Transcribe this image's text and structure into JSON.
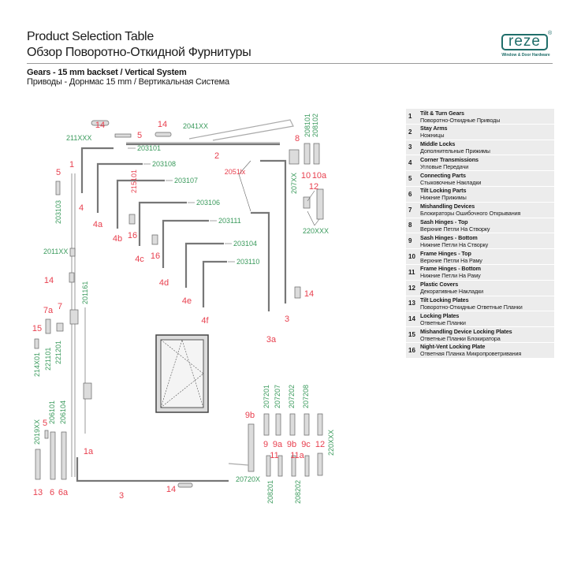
{
  "header": {
    "title_en": "Product Selection Table",
    "title_ru": "Обзор Поворотно-Откидной Фурнитуры",
    "subtitle_en": "Gears - 15 mm backset / Vertical System",
    "subtitle_ru": "Приводы - Дорнмас 15 mm / Вертикальная Система"
  },
  "logo": {
    "brand": "reze",
    "tagline": "Window & Door Hardware",
    "mark": "®"
  },
  "table": [
    {
      "n": "1",
      "en": "Tilt & Turn Gears",
      "ru": "Поворотно-Откидные Приводы"
    },
    {
      "n": "2",
      "en": "Stay Arms",
      "ru": "Ножницы"
    },
    {
      "n": "3",
      "en": "Middle Locks",
      "ru": "Дополнительные Прижимы"
    },
    {
      "n": "4",
      "en": "Corner Transmissions",
      "ru": "Угловые Передачи"
    },
    {
      "n": "5",
      "en": "Connecting Parts",
      "ru": "Стыковочные Накладки"
    },
    {
      "n": "6",
      "en": "Tilt Locking Parts",
      "ru": "Нижние Прижимы"
    },
    {
      "n": "7",
      "en": "Mishandling Devices",
      "ru": "Блокираторы Ошибочного Открывания"
    },
    {
      "n": "8",
      "en": "Sash Hinges - Top",
      "ru": "Верхние Петли На Створку"
    },
    {
      "n": "9",
      "en": "Sash Hinges - Bottom",
      "ru": "Нижние Петли На Створку"
    },
    {
      "n": "10",
      "en": "Frame Hinges - Top",
      "ru": "Верхние Петли На Раму"
    },
    {
      "n": "11",
      "en": "Frame Hinges - Bottom",
      "ru": "Нижние Петли На Раму"
    },
    {
      "n": "12",
      "en": "Plastic Covers",
      "ru": "Декоративные Накладки"
    },
    {
      "n": "13",
      "en": "Tilt Locking Plates",
      "ru": "Поворотно-Откидные Ответные Планки"
    },
    {
      "n": "14",
      "en": "Locking Plates",
      "ru": "Ответные Планки"
    },
    {
      "n": "15",
      "en": "Mishandling Device Locking Plates",
      "ru": "Ответные Планки Блокиратора"
    },
    {
      "n": "16",
      "en": "Night-Vent Locking Plate",
      "ru": "Ответная Планка Микропроветривания"
    }
  ],
  "callouts": [
    "14",
    "5",
    "14",
    "2",
    "1",
    "5",
    "4",
    "4a",
    "4b",
    "16",
    "4c",
    "16",
    "4d",
    "4e",
    "4f",
    "8",
    "10",
    "10a",
    "12",
    "2051lx",
    "3",
    "3a",
    "14",
    "14",
    "7a",
    "7",
    "15",
    "5",
    "13",
    "6",
    "6a",
    "1a",
    "3",
    "14",
    "9b",
    "9",
    "9a",
    "9b",
    "9c",
    "12",
    "11",
    "11a",
    "215101"
  ],
  "codes": [
    "211XXX",
    "2041XX",
    "203101",
    "203108",
    "203107",
    "203106",
    "203111",
    "203104",
    "203110",
    "203103",
    "2011XX",
    "207XX",
    "208101",
    "208102",
    "220XXX",
    "201161",
    "221201",
    "221101",
    "214X01",
    "2019XX",
    "206101",
    "206104",
    "207201",
    "207207",
    "207202",
    "207208",
    "220XXX",
    "20720X",
    "208201",
    "208202"
  ]
}
